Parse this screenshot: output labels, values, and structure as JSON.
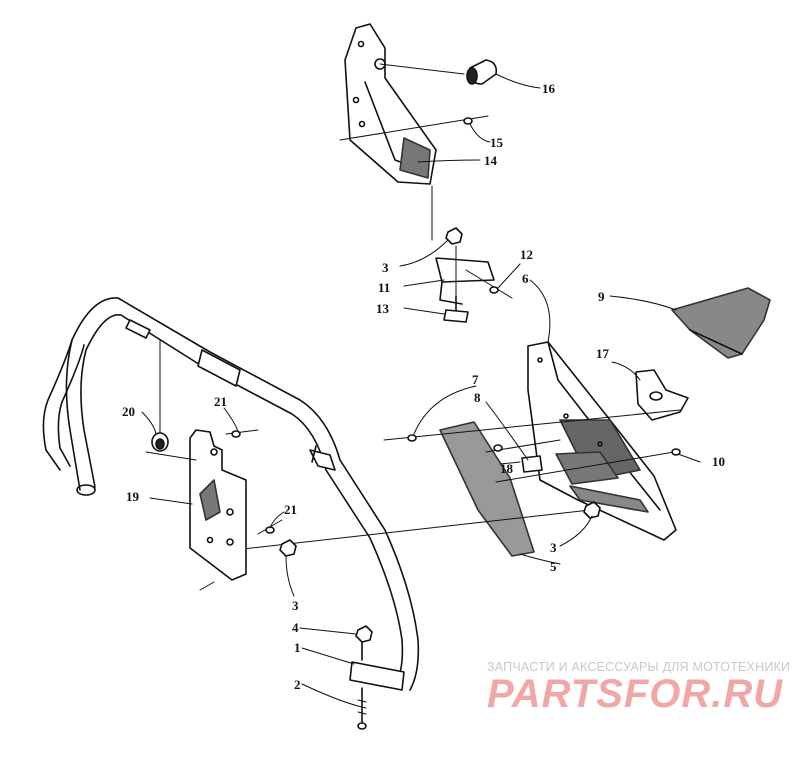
{
  "parts": [
    {
      "id": "callout-1",
      "text": "1"
    },
    {
      "id": "callout-2",
      "text": "2"
    },
    {
      "id": "callout-3a",
      "text": "3"
    },
    {
      "id": "callout-3b",
      "text": "3"
    },
    {
      "id": "callout-3c",
      "text": "3"
    },
    {
      "id": "callout-4",
      "text": "4"
    },
    {
      "id": "callout-5",
      "text": "5"
    },
    {
      "id": "callout-6",
      "text": "6"
    },
    {
      "id": "callout-7",
      "text": "7"
    },
    {
      "id": "callout-8",
      "text": "8"
    },
    {
      "id": "callout-9",
      "text": "9"
    },
    {
      "id": "callout-10",
      "text": "10"
    },
    {
      "id": "callout-11",
      "text": "11"
    },
    {
      "id": "callout-12",
      "text": "12"
    },
    {
      "id": "callout-13",
      "text": "13"
    },
    {
      "id": "callout-14",
      "text": "14"
    },
    {
      "id": "callout-15",
      "text": "15"
    },
    {
      "id": "callout-16",
      "text": "16"
    },
    {
      "id": "callout-17",
      "text": "17"
    },
    {
      "id": "callout-18",
      "text": "18"
    },
    {
      "id": "callout-19",
      "text": "19"
    },
    {
      "id": "callout-20",
      "text": "20"
    },
    {
      "id": "callout-21a",
      "text": "21"
    },
    {
      "id": "callout-21b",
      "text": "21"
    }
  ],
  "watermark": {
    "tagline": "ЗАПЧАСТИ И АКСЕССУАРЫ ДЛЯ МОТОТЕХНИКИ",
    "logo": "PARTSFOR.RU"
  }
}
